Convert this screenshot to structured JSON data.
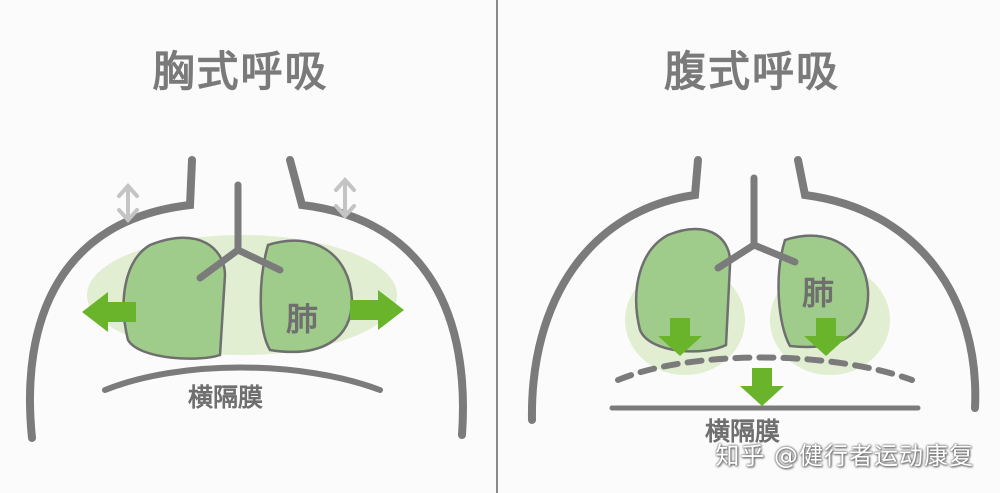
{
  "left_panel": {
    "title": "胸式呼吸",
    "lung_label": "肺",
    "diaphragm_label": "横隔膜"
  },
  "right_panel": {
    "title": "腹式呼吸",
    "lung_label": "肺",
    "diaphragm_label": "横隔膜"
  },
  "watermark": "知乎 @健行者运动康复",
  "colors": {
    "outline": "#7b7b7b",
    "lung_fill": "#9fcc8a",
    "lung_glow": "#dcebc9",
    "arrow_green": "#6ab42c",
    "arrow_gray": "#c4c4c4",
    "background": "#fbfbfb"
  }
}
